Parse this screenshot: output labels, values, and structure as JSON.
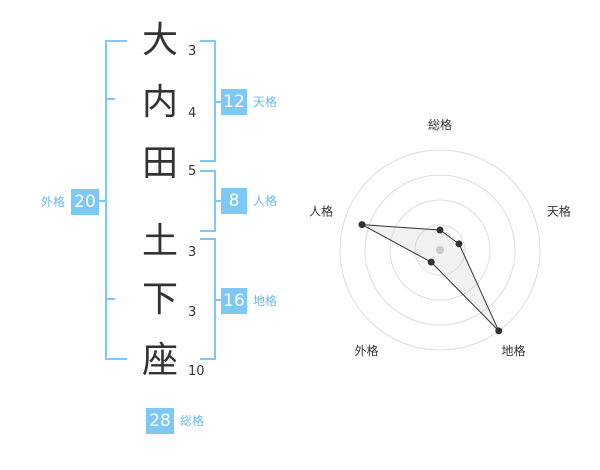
{
  "name": {
    "chars": [
      {
        "char": "大",
        "strokes": "3"
      },
      {
        "char": "内",
        "strokes": "4"
      },
      {
        "char": "田",
        "strokes": "5"
      },
      {
        "char": "土",
        "strokes": "3"
      },
      {
        "char": "下",
        "strokes": "3"
      },
      {
        "char": "座",
        "strokes": "10"
      }
    ]
  },
  "kakusu": {
    "tenkaku": {
      "value": "12",
      "label": "天格"
    },
    "jinkaku": {
      "value": "8",
      "label": "人格"
    },
    "chikaku": {
      "value": "16",
      "label": "地格"
    },
    "gaikaku": {
      "value": "20",
      "label": "外格"
    },
    "soukaku": {
      "value": "28",
      "label": "総格"
    }
  },
  "radar": {
    "axes": [
      "総格",
      "天格",
      "地格",
      "外格",
      "人格"
    ],
    "values": [
      0.2,
      0.2,
      1.0,
      0.15,
      0.82
    ]
  },
  "colors": {
    "accent": "#7ec8f6",
    "label": "#6fb9ea",
    "text": "#333333"
  }
}
